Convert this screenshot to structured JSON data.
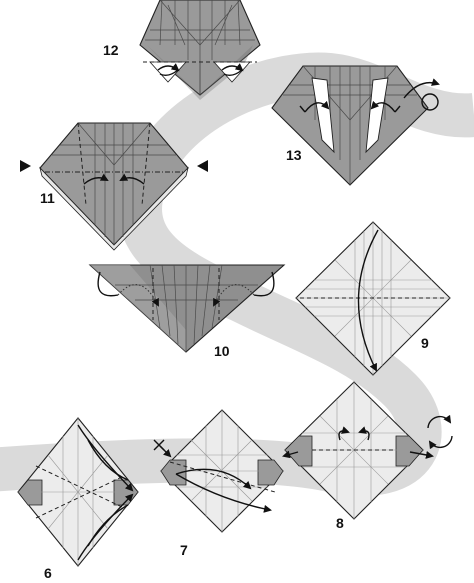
{
  "diagram": {
    "steps": [
      {
        "id": "step-6",
        "label": "6"
      },
      {
        "id": "step-7",
        "label": "7"
      },
      {
        "id": "step-8",
        "label": "8"
      },
      {
        "id": "step-9",
        "label": "9"
      },
      {
        "id": "step-10",
        "label": "10"
      },
      {
        "id": "step-11",
        "label": "11"
      },
      {
        "id": "step-12",
        "label": "12"
      },
      {
        "id": "step-13",
        "label": "13"
      }
    ]
  },
  "colors": {
    "background": "#ffffff",
    "path_band": "#d9d9d9",
    "paper_white": "#ececec",
    "paper_gray": "#9a9a9a",
    "paper_dark": "#7f7f7f",
    "ink": "#111111"
  },
  "icons": [
    "rotate-icon",
    "turn-over-icon",
    "fold-arrow-icon",
    "push-arrow-icon"
  ]
}
